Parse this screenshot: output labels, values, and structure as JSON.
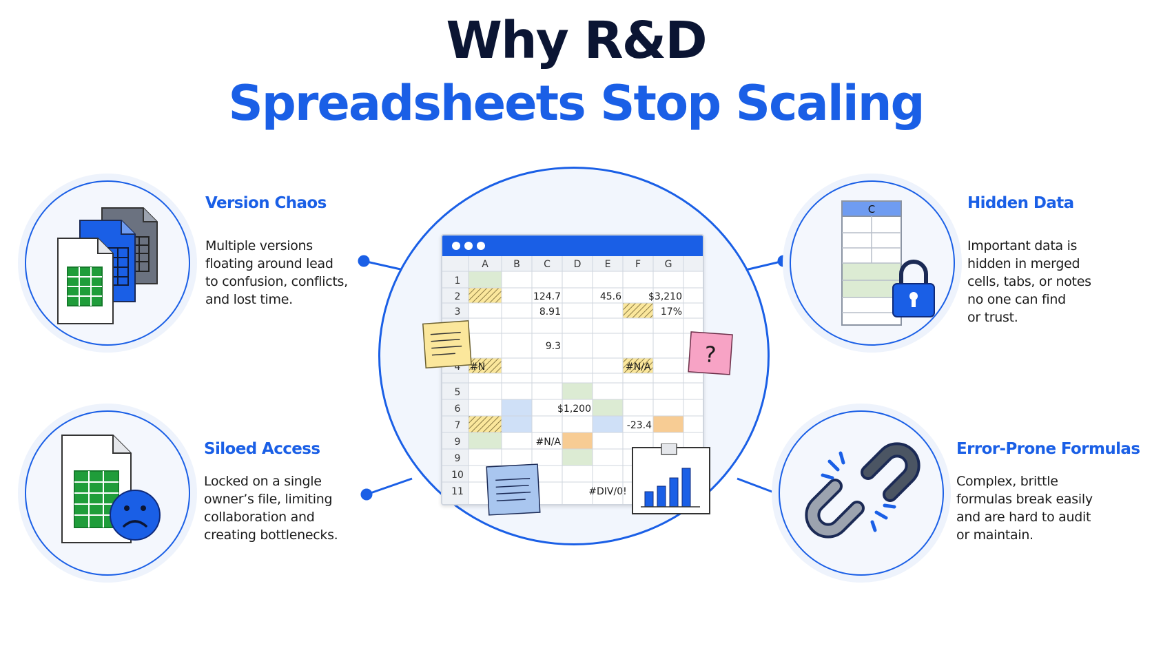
{
  "title": {
    "line1": "Why R&D",
    "line2": "Spreadsheets Stop Scaling"
  },
  "colors": {
    "accent": "#1a5fe6",
    "title_dark": "#0b1533",
    "green_cell": "#dcebd3",
    "blue_cell": "#cfe0f7",
    "orange_cell": "#f7cc94",
    "yellow_note": "#fbe79c",
    "pink_note": "#f7a3c5",
    "blue_note": "#a9c6ef"
  },
  "cards": {
    "version_chaos": {
      "title": "Version Chaos",
      "lines": [
        "Multiple versions",
        "floating around lead",
        "to confusion, conflicts,",
        "and lost time."
      ],
      "icon": "stacked-spreadsheet-files-icon"
    },
    "hidden_data": {
      "title": "Hidden Data",
      "lines": [
        "Important data is",
        "hidden in merged",
        "cells, tabs, or notes",
        "no one can find",
        "or trust."
      ],
      "icon": "locked-column-icon",
      "column_label": "C"
    },
    "siloed_access": {
      "title": "Siloed Access",
      "lines": [
        "Locked on a single",
        "owner’s file, limiting",
        "collaboration and",
        "creating bottlenecks."
      ],
      "icon": "sad-file-icon"
    },
    "error_formulas": {
      "title": "Error-Prone Formulas",
      "lines": [
        "Complex, brittle",
        "formulas break easily",
        "and are hard to audit",
        "or maintain."
      ],
      "icon": "broken-chain-icon"
    }
  },
  "spreadsheet": {
    "columns": [
      "A",
      "B",
      "C",
      "D",
      "E",
      "F",
      "G"
    ],
    "rows": [
      "1",
      "2",
      "3",
      "",
      "4",
      "5",
      "6",
      "7",
      "9",
      "9",
      "10",
      "11"
    ],
    "values": {
      "r2c": "124.7",
      "r2e": "45.6",
      "r2g": "$3,210",
      "r3c": "8.91",
      "r3g": "17%",
      "rxc": "9.3",
      "r4a": "#N",
      "r4f": "#N/A",
      "r6d": "$1,200",
      "r7f": "-23.4",
      "r9c": "#N/A",
      "r11d": "#DIV/0!"
    },
    "notes": {
      "pink": "?"
    }
  }
}
